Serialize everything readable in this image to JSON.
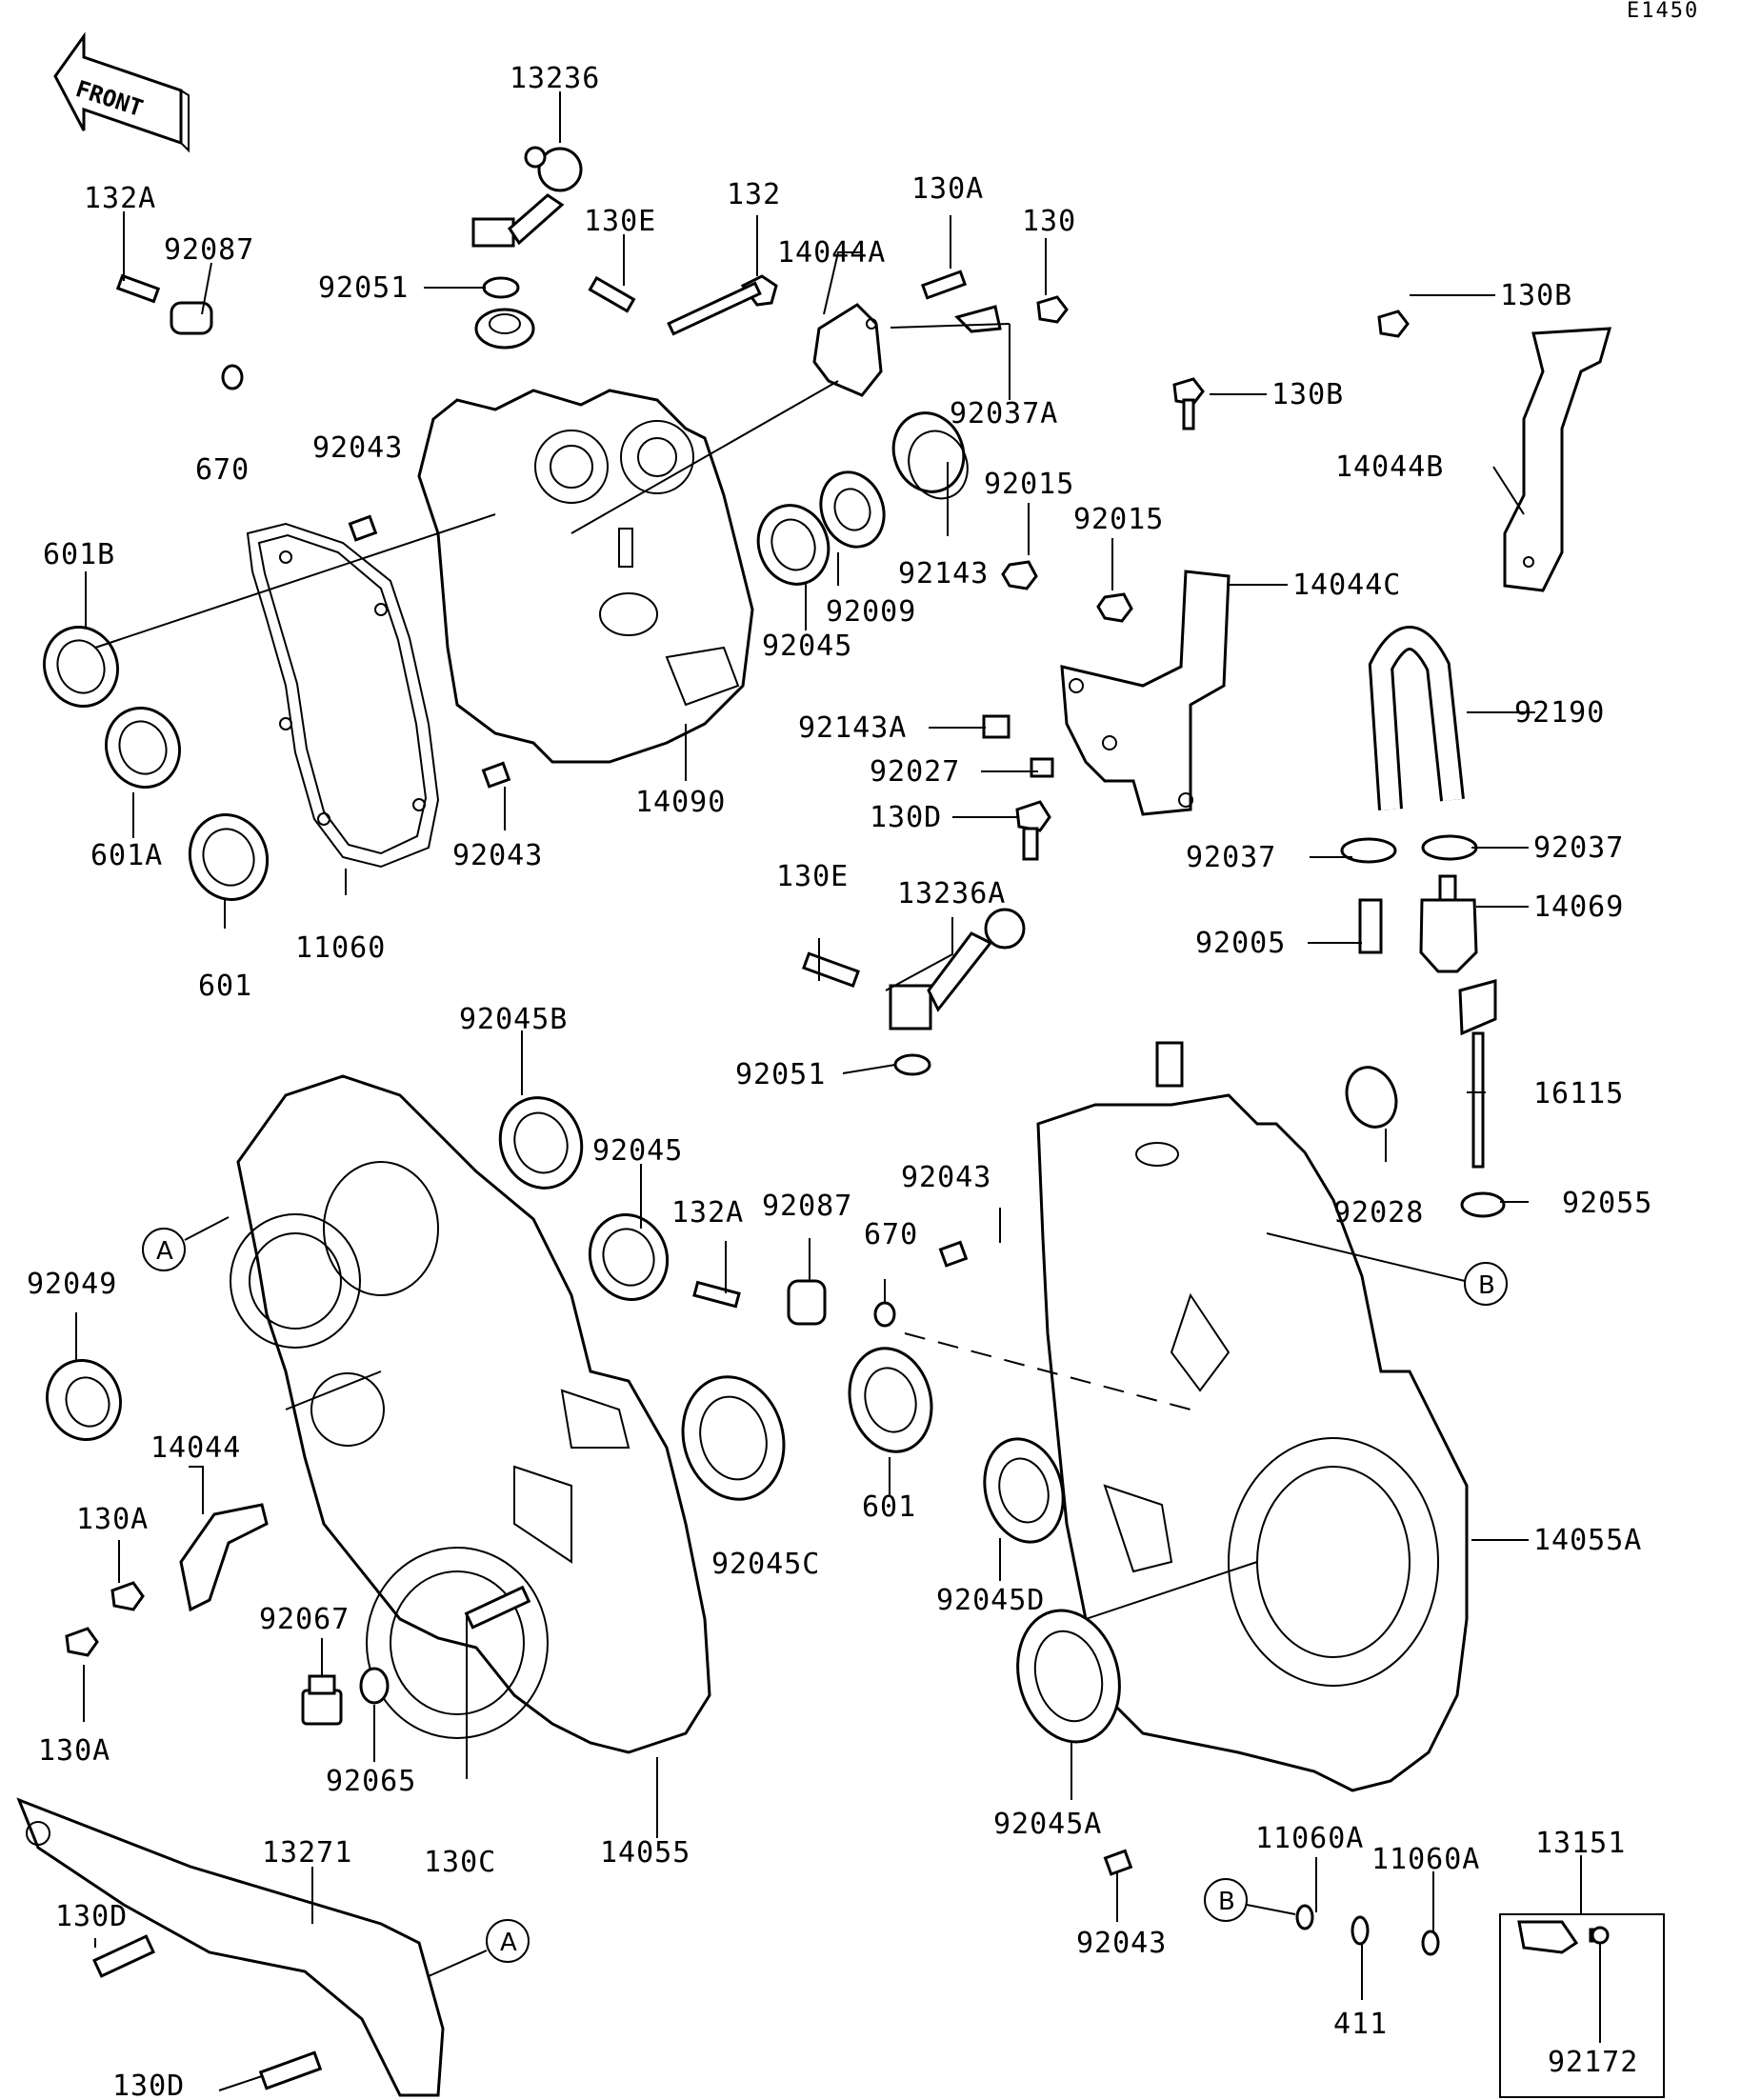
{
  "diagram_code": "E1450",
  "front_arrow_label": "FRONT",
  "callouts": {
    "a": "A",
    "b": "B"
  },
  "labels": {
    "p13236": "13236",
    "p132A_top": "132A",
    "p92087_top": "92087",
    "p92051_top": "92051",
    "p130E_top": "130E",
    "p132": "132",
    "p14044A": "14044A",
    "p130A_top": "130A",
    "p130": "130",
    "p130B_1": "130B",
    "p130B_2": "130B",
    "p92037A": "92037A",
    "p14044B": "14044B",
    "p670_top": "670",
    "p92043_top": "92043",
    "p92015_1": "92015",
    "p92015_2": "92015",
    "p92143": "92143",
    "p601B": "601B",
    "p92045_top": "92045",
    "p92009": "92009",
    "p14044C": "14044C",
    "p92190": "92190",
    "p92143A": "92143A",
    "p92027": "92027",
    "p130D_top": "130D",
    "p14090": "14090",
    "p601A": "601A",
    "p92043_mid": "92043",
    "p92037_1": "92037",
    "p92037_2": "92037",
    "p14069": "14069",
    "p13236A": "13236A",
    "p130E_mid": "130E",
    "p11060": "11060",
    "p601_top": "601",
    "p92005": "92005",
    "p92045B": "92045B",
    "p92051_mid": "92051",
    "p16115": "16115",
    "p92045_mid": "92045",
    "p92043_right": "92043",
    "p92028": "92028",
    "p92055": "92055",
    "p132A_mid": "132A",
    "p92087_mid": "92087",
    "p670_mid": "670",
    "p92049": "92049",
    "p14044": "14044",
    "p601_mid": "601",
    "p92045C": "92045C",
    "p14055A": "14055A",
    "p130A_1": "130A",
    "p92045D": "92045D",
    "p92067": "92067",
    "p130A_2": "130A",
    "p92065": "92065",
    "p130C": "130C",
    "p14055": "14055",
    "p92045A": "92045A",
    "p13271": "13271",
    "p11060A_1": "11060A",
    "p11060A_2": "11060A",
    "p13151": "13151",
    "p130D_1": "130D",
    "p92043_bot": "92043",
    "p411": "411",
    "p92172": "92172",
    "p130D_2": "130D"
  }
}
